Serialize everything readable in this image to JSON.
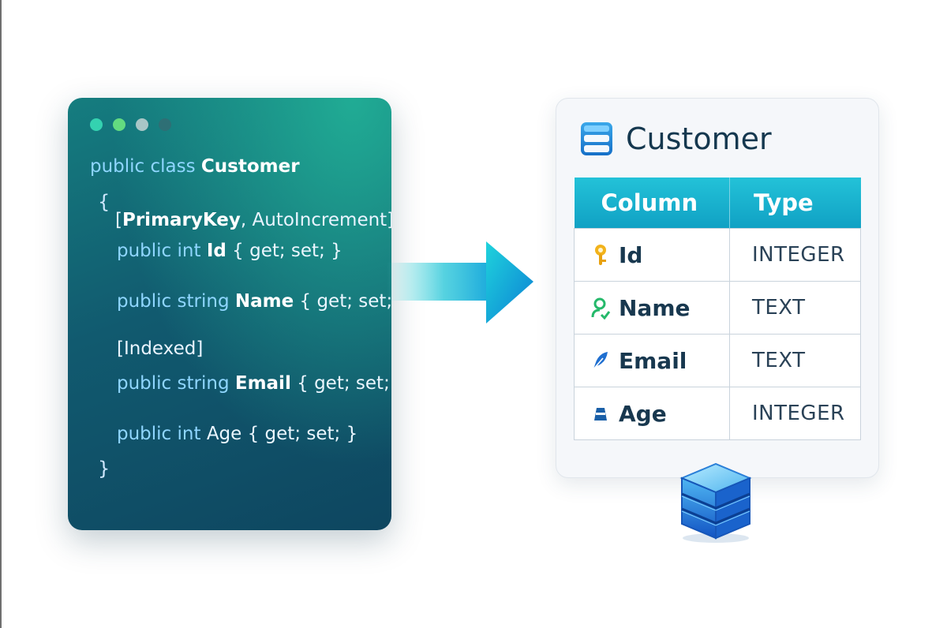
{
  "code": {
    "window_dots": [
      "#34d2b0",
      "#63db80",
      "#a9c6c6",
      "#2e6f75"
    ],
    "lines": [
      [
        "public class",
        "Customer"
      ],
      [
        "{"
      ],
      [
        "[",
        "PrimaryKey",
        ", AutoIncrement]"
      ],
      [
        "public int",
        "Id",
        "{ get; set; }"
      ],
      [
        "public string",
        "Name",
        "{ get; set;"
      ],
      [
        "[Indexed]"
      ],
      [
        "public string",
        "Email",
        "{ get; set;"
      ],
      [
        "public int",
        "Age",
        "{ get; set; }"
      ],
      [
        "}"
      ]
    ]
  },
  "table": {
    "title": "Customer",
    "headers": [
      "Column",
      "Type"
    ],
    "rows": [
      {
        "column": "Id",
        "type": "INTEGER",
        "icon": "key-icon"
      },
      {
        "column": "Name",
        "type": "TEXT",
        "icon": "user-icon"
      },
      {
        "column": "Email",
        "type": "TEXT",
        "icon": "feather-icon"
      },
      {
        "column": "Age",
        "type": "INTEGER",
        "icon": "age-icon"
      }
    ]
  },
  "colors": {
    "accent": "#13b4d3",
    "title": "#15384f",
    "code_keyword": "#8fd6ff"
  }
}
